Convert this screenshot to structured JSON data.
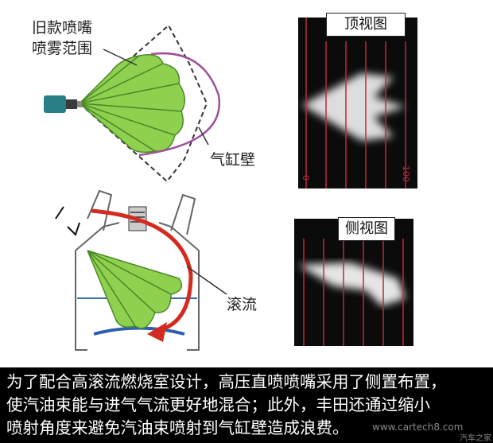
{
  "labels": {
    "old_nozzle_line1": "旧款喷嘴",
    "old_nozzle_line2": "喷雾范围",
    "cylinder_wall": "气缸壁",
    "tumble": "滚流",
    "top_view": "顶视图",
    "side_view": "侧视图",
    "scale_start": "0",
    "scale_end": "100"
  },
  "caption": {
    "line1": "为了配合高滚流燃烧室设计，高压直喷喷嘴采用了侧置布置，",
    "line2": "使汽油束能与进气气流更好地混合；此外，丰田还通过缩小",
    "line3": "喷射角度来避免汽油束喷射到气缸壁造成浪费。"
  },
  "watermark": {
    "site": "www.cartech8.com",
    "brand": "汽车之家"
  },
  "colors": {
    "spray_green": "#8fd14f",
    "cylinder_wall_purple": "#a0509a",
    "tumble_red": "#d42a1f",
    "nozzle_teal": "#2a7f86",
    "scale_red": "#c0283a"
  }
}
